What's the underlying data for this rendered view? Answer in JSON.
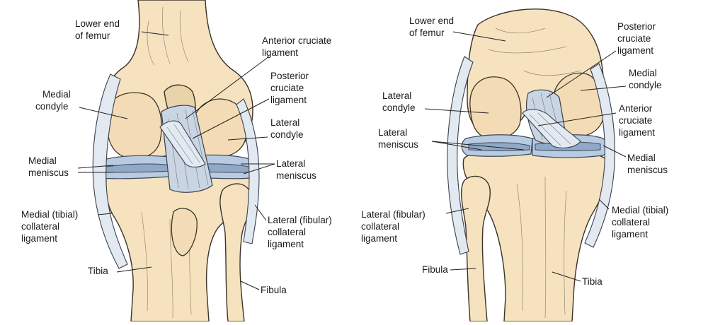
{
  "left_view": {
    "labels": {
      "lower_end_femur": [
        "Lower end",
        "of femur"
      ],
      "acl": [
        "Anterior cruciate",
        "ligament"
      ],
      "pcl": [
        "Posterior",
        "cruciate",
        "ligament"
      ],
      "medial_condyle": [
        "Medial",
        "condyle"
      ],
      "lateral_condyle": [
        "Lateral",
        "condyle"
      ],
      "medial_meniscus": [
        "Medial",
        "meniscus"
      ],
      "lateral_meniscus": [
        "Lateral",
        "meniscus"
      ],
      "mcl": [
        "Medial (tibial)",
        "collateral",
        "ligament"
      ],
      "lcl": [
        "Lateral (fibular)",
        "collateral",
        "ligament"
      ],
      "tibia": "Tibia",
      "fibula": "Fibula"
    }
  },
  "right_view": {
    "labels": {
      "lower_end_femur": [
        "Lower end",
        "of femur"
      ],
      "pcl": [
        "Posterior",
        "cruciate",
        "ligament"
      ],
      "medial_condyle": [
        "Medial",
        "condyle"
      ],
      "lateral_condyle": [
        "Lateral",
        "condyle"
      ],
      "acl": [
        "Anterior",
        "cruciate",
        "ligament"
      ],
      "lateral_meniscus": [
        "Lateral",
        "meniscus"
      ],
      "medial_meniscus": [
        "Medial",
        "meniscus"
      ],
      "lcl": [
        "Lateral (fibular)",
        "collateral",
        "ligament"
      ],
      "mcl": [
        "Medial (tibial)",
        "collateral",
        "ligament"
      ],
      "fibula": "Fibula",
      "tibia": "Tibia"
    }
  }
}
